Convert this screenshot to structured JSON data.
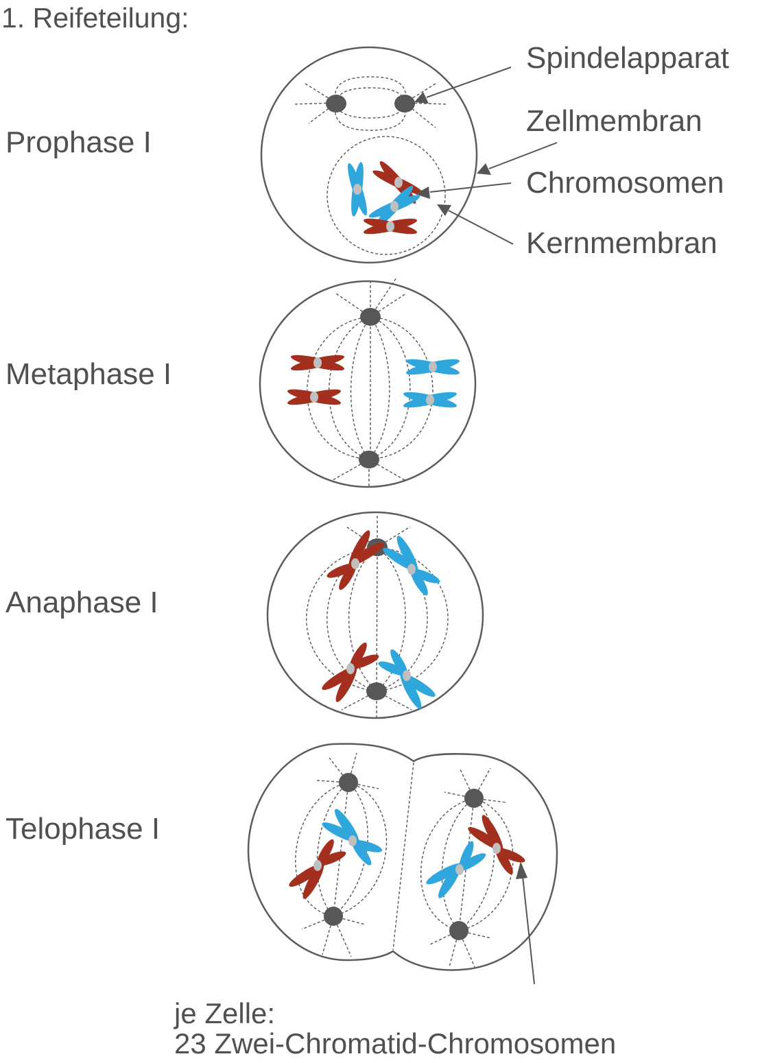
{
  "title": "1. Reifeteilung:",
  "phases": [
    {
      "label": "Prophase I"
    },
    {
      "label": "Metaphase I"
    },
    {
      "label": "Anaphase I"
    },
    {
      "label": "Telophase I"
    }
  ],
  "annotations": {
    "spindle": "Spindelapparat",
    "cell_membrane": "Zellmembran",
    "chromosomes": "Chromosomen",
    "nuclear_membrane": "Kernmembran"
  },
  "footer": {
    "line1": "je Zelle:",
    "line2": "23 Zwei-Chromatid-Chromosomen"
  },
  "colors": {
    "red_chromosome": "#a3301e",
    "blue_chromosome": "#2fa6dc",
    "centromere": "#bfbfbf",
    "centrosome": "#575757"
  }
}
